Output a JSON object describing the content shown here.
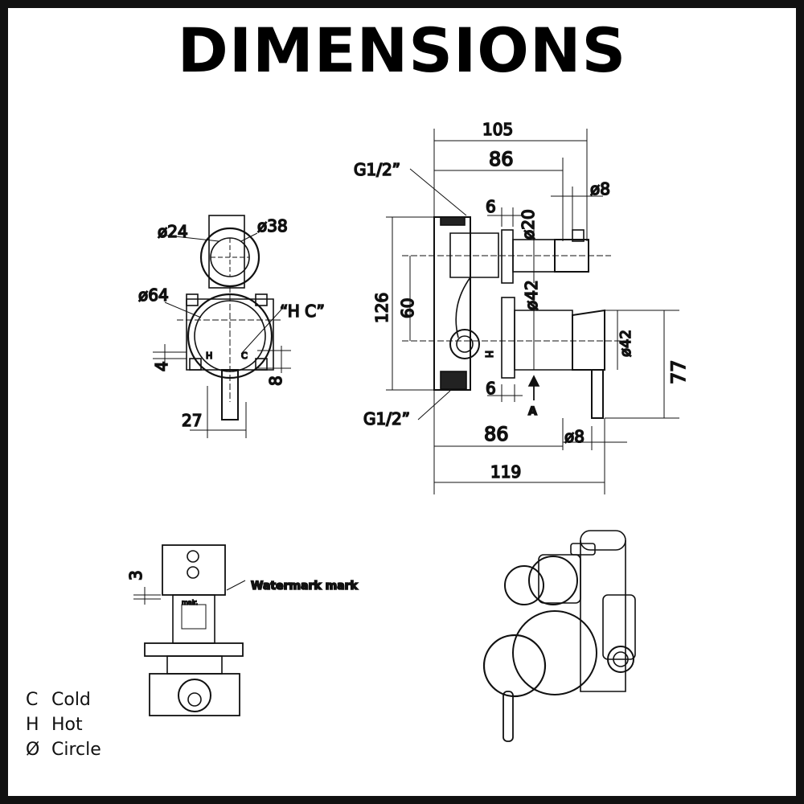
{
  "title": "DIMENSIONS",
  "front_view": {
    "dia_24": "ø24",
    "dia_38": "ø38",
    "dia_64": "ø64",
    "hc": "“H C”",
    "h_mark": "H",
    "c_mark": "C",
    "dim_4": "4",
    "dim_8": "8",
    "dim_27": "27"
  },
  "side_view": {
    "dim_105": "105",
    "dim_86_top": "86",
    "dia_8_top": "ø8",
    "thread_top": "G1/2”",
    "dim_6_top": "6",
    "dia_20": "ø20",
    "dim_126": "126",
    "dim_60": "60",
    "dia_42_inner": "ø42",
    "dia_42_outer": "ø42",
    "dim_77": "77",
    "h_mark": "H",
    "dim_6_bottom": "6",
    "arrow_a": "A",
    "thread_bottom": "G1/2”",
    "dim_86_bottom": "86",
    "dia_8_bottom": "ø8",
    "dim_119": "119"
  },
  "bottom_view": {
    "dim_3": "3",
    "watermark_label": "Watermark mark",
    "wm_small": "mair."
  },
  "legend": [
    {
      "symbol": "C",
      "text": "Cold"
    },
    {
      "symbol": "H",
      "text": "Hot"
    },
    {
      "symbol": "Ø",
      "text": "Circle"
    }
  ]
}
